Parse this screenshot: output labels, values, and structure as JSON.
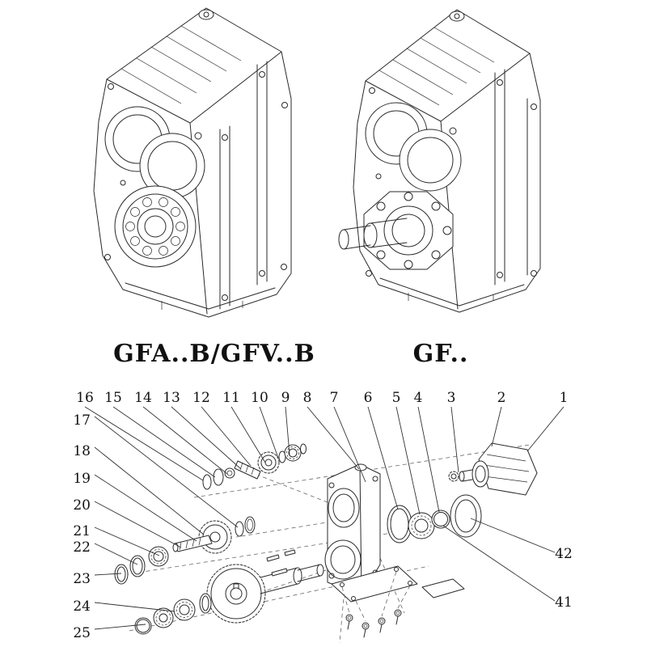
{
  "labels": {
    "left_model": "GFA..B/GFV..B",
    "right_model": "GF.."
  },
  "part_numbers": {
    "top": [
      "16",
      "15",
      "14",
      "13",
      "12",
      "11",
      "10",
      "9",
      "8",
      "7",
      "6",
      "5",
      "4",
      "3",
      "2",
      "1"
    ],
    "left": [
      "17",
      "18",
      "19",
      "20",
      "21",
      "22",
      "23",
      "24",
      "25"
    ],
    "right": [
      "42",
      "41"
    ]
  },
  "line_color": "#2a2a2a",
  "background_color": "#ffffff"
}
